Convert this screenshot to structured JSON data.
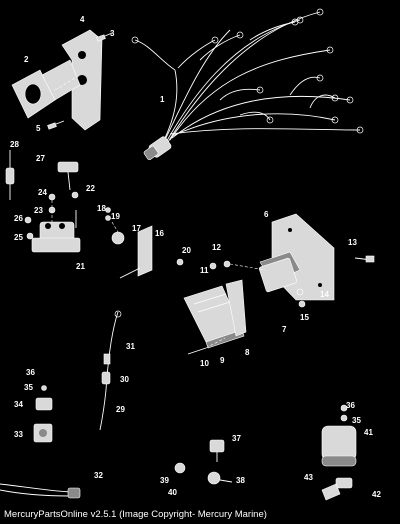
{
  "callouts": {
    "c1": "1",
    "c2": "2",
    "c3": "3",
    "c4": "4",
    "c5": "5",
    "c6": "6",
    "c7": "7",
    "c8": "8",
    "c9": "9",
    "c10": "10",
    "c11": "11",
    "c12": "12",
    "c13": "13",
    "c14": "14",
    "c15": "15",
    "c16": "16",
    "c17": "17",
    "c18": "18",
    "c19": "19",
    "c20": "20",
    "c21": "21",
    "c22": "22",
    "c23": "23",
    "c24": "24",
    "c25": "25",
    "c26": "26",
    "c27": "27",
    "c28": "28",
    "c29": "29",
    "c30": "30",
    "c31": "31",
    "c32": "32",
    "c33": "33",
    "c34": "34",
    "c35a": "35",
    "c35b": "35",
    "c36a": "36",
    "c36b": "36",
    "c37": "37",
    "c38": "38",
    "c39": "39",
    "c40": "40",
    "c41": "41",
    "c42": "42",
    "c43": "43"
  },
  "footer": {
    "text": "MercuryPartsOnline v2.5.1 (Image Copyright- Mercury Marine)"
  }
}
